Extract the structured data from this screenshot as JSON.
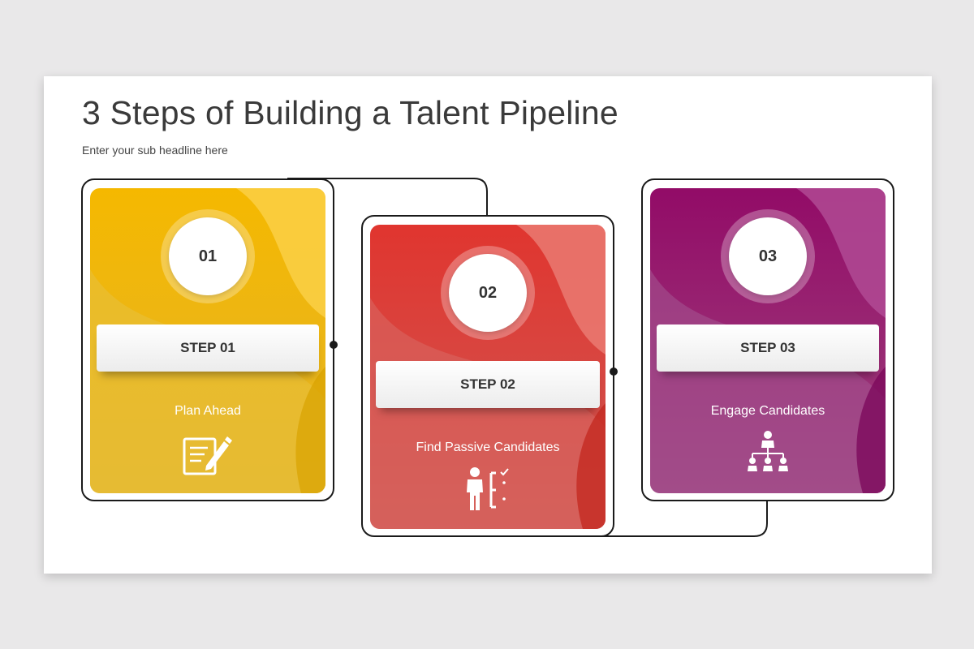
{
  "header": {
    "title": "3 Steps of Building a Talent Pipeline",
    "subtitle": "Enter your sub headline here"
  },
  "steps": [
    {
      "number": "01",
      "label": "STEP 01",
      "caption": "Plan Ahead",
      "icon": "document-pen-icon",
      "color": "#f2b705"
    },
    {
      "number": "02",
      "label": "STEP 02",
      "caption": "Find Passive Candidates",
      "icon": "person-checklist-icon",
      "color": "#e0413b"
    },
    {
      "number": "03",
      "label": "STEP 03",
      "caption": "Engage Candidates",
      "icon": "org-chart-icon",
      "color": "#a0136f"
    }
  ]
}
